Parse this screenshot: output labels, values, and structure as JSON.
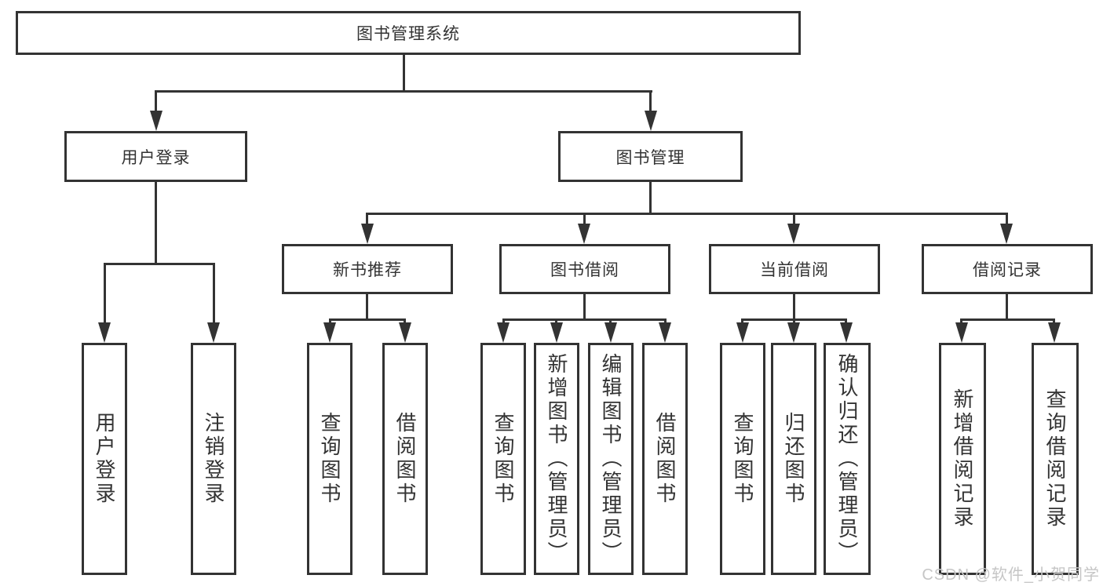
{
  "tree": {
    "root": {
      "label": "图书管理系统"
    },
    "login": {
      "label": "用户登录",
      "children": [
        {
          "label": "用户登录"
        },
        {
          "label": "注销登录"
        }
      ]
    },
    "mgmt": {
      "label": "图书管理",
      "sections": [
        {
          "label": "新书推荐",
          "children": [
            {
              "label": "查询图书"
            },
            {
              "label": "借阅图书"
            }
          ]
        },
        {
          "label": "图书借阅",
          "children": [
            {
              "label": "查询图书"
            },
            {
              "label": "新增图书（管理员）"
            },
            {
              "label": "编辑图书（管理员）"
            },
            {
              "label": "借阅图书"
            }
          ]
        },
        {
          "label": "当前借阅",
          "children": [
            {
              "label": "查询图书"
            },
            {
              "label": "归还图书"
            },
            {
              "label": "确认归还（管理员）"
            }
          ]
        },
        {
          "label": "借阅记录",
          "children": [
            {
              "label": "新增借阅记录"
            },
            {
              "label": "查询借阅记录"
            }
          ]
        }
      ]
    }
  },
  "watermark": "CSDN @软件_小贺同学",
  "colors": {
    "line": "#333333",
    "text": "#333333",
    "watermark": "#c6c6c6",
    "background": "#ffffff"
  }
}
